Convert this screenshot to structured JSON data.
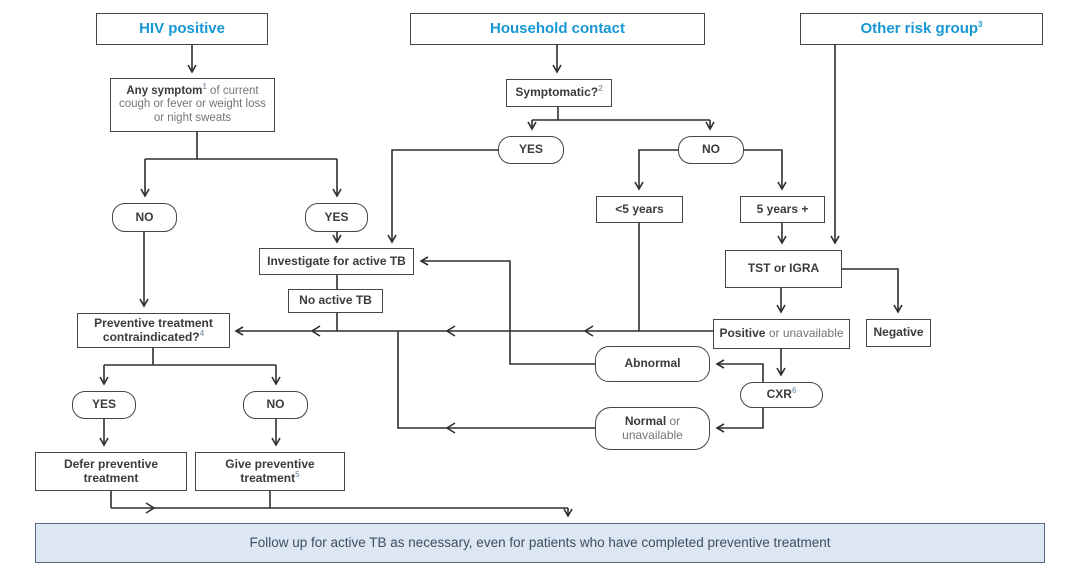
{
  "palette": {
    "accent_blue": "#1798d5",
    "line_color": "#2f2f2f",
    "box_border": "#454545",
    "text_dark": "#3b3b3b",
    "text_gray": "#757575",
    "banner_bg": "#dde6f3",
    "banner_border": "#55657d",
    "banner_text": "#3e4e63"
  },
  "headers": {
    "hiv": "HIV positive",
    "household": "Household contact",
    "other_risk": "Other risk group",
    "other_risk_sup": "3"
  },
  "labels": {
    "yes": "YES",
    "no": "NO"
  },
  "nodes": {
    "any_symptom": {
      "bold": "Any symptom",
      "sup": "1",
      "rest": " of current cough or fever or weight loss or night sweats"
    },
    "symptomatic": {
      "text": "Symptomatic?",
      "sup": "2"
    },
    "under5": "<5 years",
    "over5": "5 years +",
    "tst": "TST or IGRA",
    "positive": {
      "bold": "Positive",
      "rest": " or unavailable"
    },
    "negative": "Negative",
    "abnormal": "Abnormal",
    "cxr": {
      "text": "CXR",
      "sup": "6"
    },
    "normal": {
      "bold": "Normal",
      "rest": " or unavailable"
    },
    "investigate": "Investigate for active TB",
    "no_active_tb": "No active TB",
    "contraindicated": {
      "line1": "Preventive treatment",
      "line2": "contraindicated?",
      "sup": "4"
    },
    "defer": "Defer preventive treatment",
    "give": {
      "text": "Give preventive treatment",
      "sup": "5"
    }
  },
  "banner": {
    "text": "Follow up for active TB as necessary, even for patients who have completed preventive treatment"
  }
}
